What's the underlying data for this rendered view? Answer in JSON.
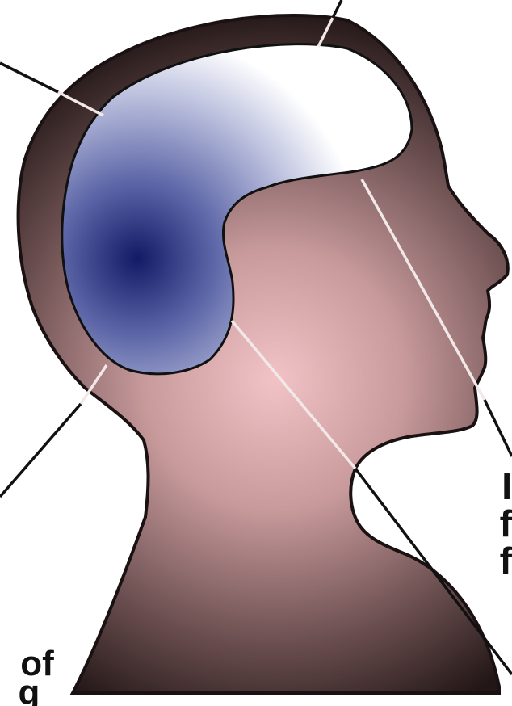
{
  "diagram": {
    "labels": {
      "bottom_left_line1": "of",
      "bottom_left_line2": "g",
      "right_line1": "I",
      "right_line2": "f",
      "right_line3": "f"
    },
    "colors": {
      "background": "#ffffff",
      "skull_outline": "#1a1212",
      "head_gradient_center": "#f2c3c6",
      "head_gradient_edge": "#221616",
      "brain_gradient_center": "#141a66",
      "brain_gradient_edge": "#ffffff",
      "leader_line_on_dark": "#f2e8e8",
      "leader_line_on_light": "#111111"
    }
  }
}
